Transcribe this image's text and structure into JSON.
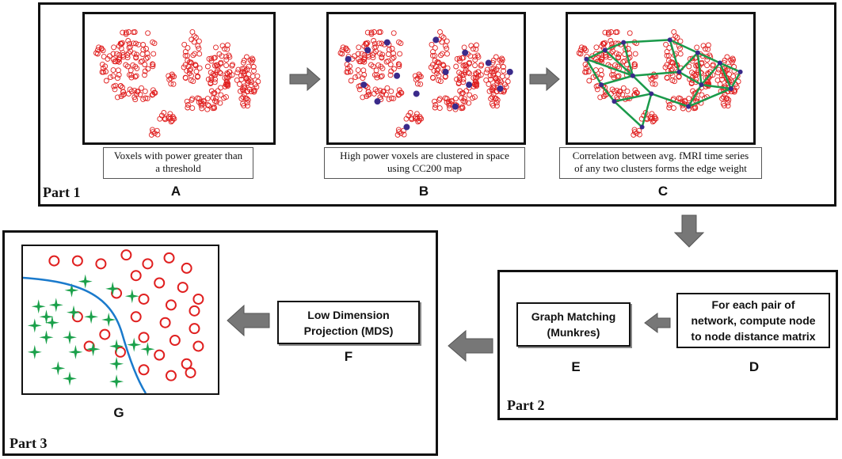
{
  "part1": {
    "label": "Part 1",
    "panels": [
      {
        "letter": "A",
        "caption": "Voxels with power greater than a threshold",
        "caption_lines": [
          "Voxels with power greater than",
          "a threshold"
        ]
      },
      {
        "letter": "B",
        "caption": "High power voxels are clustered in space using CC200 map",
        "caption_lines": [
          "High power voxels are clustered in space",
          "using CC200 map"
        ]
      },
      {
        "letter": "C",
        "caption": "Correlation between avg. fMRI time series of any two clusters forms the edge weight",
        "caption_lines": [
          "Correlation between avg. fMRI time series",
          "of any two clusters forms the edge weight"
        ]
      }
    ]
  },
  "part2": {
    "label": "Part 2",
    "step_d": {
      "letter": "D",
      "lines": [
        "For each pair of",
        "network, compute node",
        "to node distance matrix"
      ]
    },
    "step_e": {
      "letter": "E",
      "lines": [
        "Graph Matching",
        "(Munkres)"
      ]
    }
  },
  "part3": {
    "label": "Part 3",
    "step_f": {
      "letter": "F",
      "lines": [
        "Low Dimension",
        "Projection (MDS)"
      ]
    },
    "step_g": {
      "letter": "G"
    }
  },
  "colors": {
    "voxel": "#e02020",
    "cluster": "#3a2a8a",
    "edge": "#1a9a4a",
    "arrow": "#777777",
    "boundary": "#1a7acc",
    "star": "#1aa04a",
    "circle": "#e02020"
  }
}
